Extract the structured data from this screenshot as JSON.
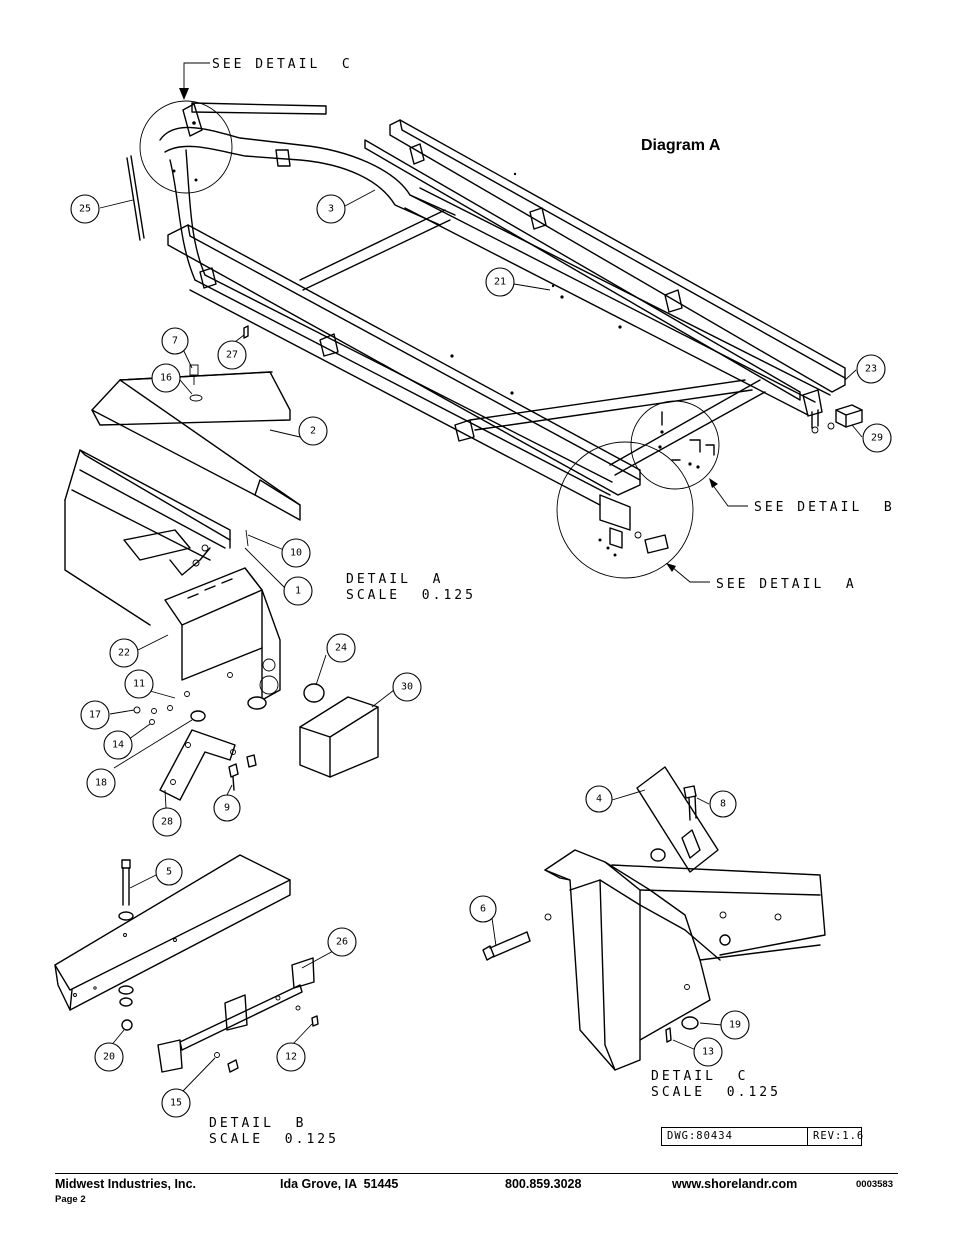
{
  "title": "Diagram A",
  "callouts": [
    {
      "id": "see-detail-c",
      "text": "SEE DETAIL  C"
    },
    {
      "id": "see-detail-b",
      "text": "SEE DETAIL  B"
    },
    {
      "id": "see-detail-a",
      "text": "SEE DETAIL  A"
    }
  ],
  "detail_labels": [
    {
      "id": "detail-a",
      "line1": "DETAIL  A",
      "line2": "SCALE  0.125"
    },
    {
      "id": "detail-b",
      "line1": "DETAIL  B",
      "line2": "SCALE  0.125"
    },
    {
      "id": "detail-c",
      "line1": "DETAIL  C",
      "line2": "SCALE  0.125"
    }
  ],
  "part_numbers": [
    "1",
    "2",
    "3",
    "4",
    "5",
    "6",
    "7",
    "8",
    "9",
    "10",
    "11",
    "12",
    "13",
    "14",
    "15",
    "16",
    "17",
    "18",
    "19",
    "20",
    "21",
    "22",
    "23",
    "24",
    "25",
    "26",
    "27",
    "28",
    "29",
    "30"
  ],
  "drawing_box": {
    "dwg": "DWG:80434",
    "rev": "REV:1.6"
  },
  "footer": {
    "company": "Midwest Industries, Inc.",
    "page": "Page 2",
    "address": "Ida Grove, IA  51445",
    "phone": "800.859.3028",
    "website": "www.shorelandr.com",
    "doc_number": "0003583"
  }
}
